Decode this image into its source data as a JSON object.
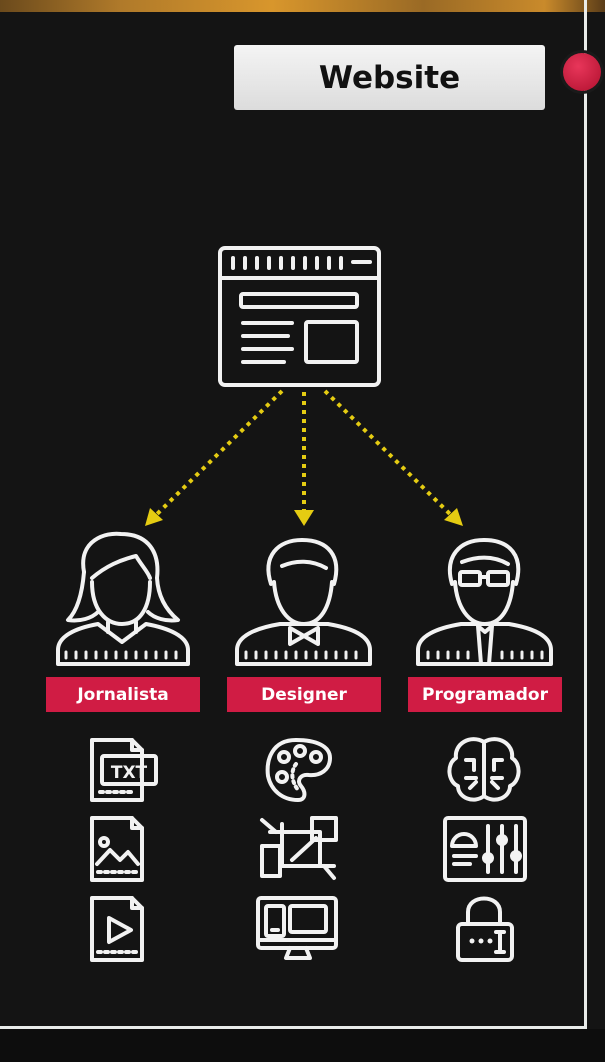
{
  "title": "Website",
  "colors": {
    "background": "#141414",
    "accent": "#d01c44",
    "arrow": "#e5cc12",
    "line": "#f2f2f2",
    "title_box": "#eeeeee"
  },
  "roles": [
    {
      "label": "Jornalista",
      "icon": "journalist-woman-icon",
      "tools": [
        "txt-file-icon",
        "image-file-icon",
        "video-file-icon"
      ],
      "txt_badge": "TXT"
    },
    {
      "label": "Designer",
      "icon": "designer-man-bowtie-icon",
      "tools": [
        "color-palette-icon",
        "crop-tool-icon",
        "responsive-devices-icon"
      ]
    },
    {
      "label": "Programador",
      "icon": "programmer-glasses-icon",
      "tools": [
        "brain-circuit-icon",
        "control-panel-icon",
        "password-lock-icon"
      ]
    }
  ],
  "top_icon": "website-browser-icon"
}
